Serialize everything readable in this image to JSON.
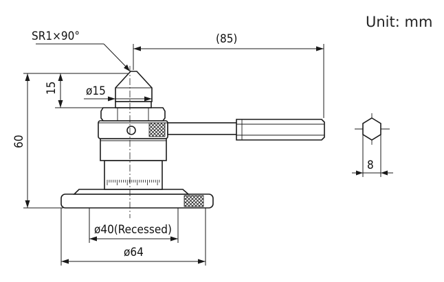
{
  "unit_label": "Unit: mm",
  "dimensions": {
    "sr_radius": "SR1×90°",
    "length_85": "(85)",
    "height_15": "15",
    "dia_15": "ø15",
    "height_60": "60",
    "dia_40_recessed": "ø40(Recessed)",
    "dia_64": "ø64",
    "hex_8": "8"
  }
}
